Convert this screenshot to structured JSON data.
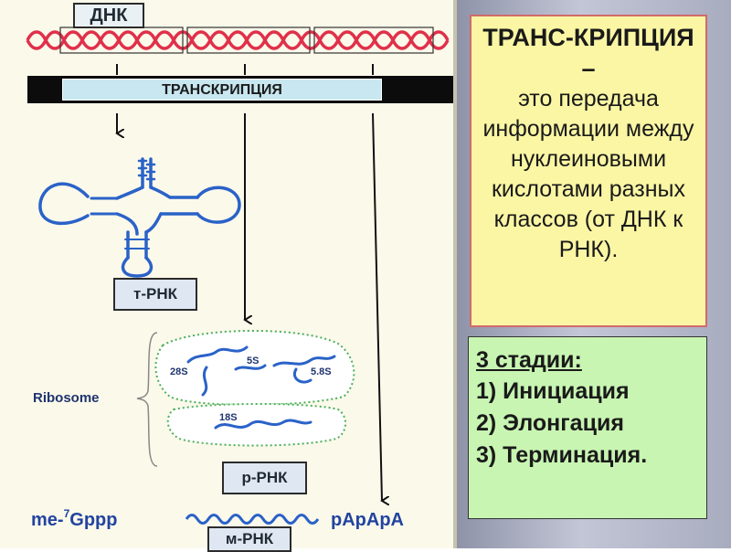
{
  "labels": {
    "dna": "ДНК",
    "transcription_bar": "ТРАНСКРИПЦИЯ",
    "trna": "т-РНК",
    "rrna": "р-РНК",
    "mrna": "м-РНК",
    "ribosome": "Ribosome",
    "r28s": "28S",
    "r5s": "5S",
    "r58s": "5.8S",
    "r18s": "18S",
    "cap": "me-7Gppp",
    "cap_prefix": "me-",
    "cap_sup": "7",
    "cap_suffix": "Gppp",
    "polya": "pApApA"
  },
  "definition": {
    "title": "ТРАНС-КРИПЦИЯ –",
    "body": "это передача информации между нуклеиновыми кислотами разных классов (от ДНК к РНК)."
  },
  "stages": {
    "title": "3 стадии:",
    "items": [
      "1) Инициация",
      "2) Элонгация",
      "3) Терминация."
    ]
  },
  "colors": {
    "dna_helix": "#e0304a",
    "rna_blue": "#2a62c8",
    "definition_fill": "#fbf6a4",
    "definition_border": "#d26a6a",
    "stages_fill": "#c8f5b2"
  }
}
